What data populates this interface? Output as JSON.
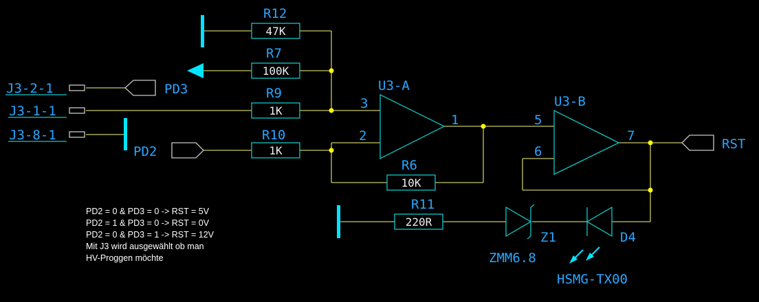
{
  "colors": {
    "background": "#000000",
    "wire": "#c8c864",
    "outline": "#10c8c8",
    "label": "#2aa6ff",
    "junction": "#ffff00",
    "power_symbol": "#00e5ff"
  },
  "resistors": [
    {
      "ref": "R12",
      "value": "47K"
    },
    {
      "ref": "R7",
      "value": "100K"
    },
    {
      "ref": "R9",
      "value": "1K"
    },
    {
      "ref": "R10",
      "value": "1K"
    },
    {
      "ref": "R6",
      "value": "10K"
    },
    {
      "ref": "R11",
      "value": "220R"
    }
  ],
  "opamps": [
    {
      "ref": "U3-A",
      "pin_plus": "3",
      "pin_minus": "2",
      "pin_out": "1"
    },
    {
      "ref": "U3-B",
      "pin_plus": "5",
      "pin_minus": "6",
      "pin_out": "7"
    }
  ],
  "connectors": {
    "j3_2": "J3-2-1",
    "j3_1": "J3-1-1",
    "j3_8": "J3-8-1"
  },
  "ports": {
    "pd3": "PD3",
    "pd2": "PD2",
    "rst": "RST"
  },
  "diodes": {
    "z1_ref": "Z1",
    "z1_value": "ZMM6.8",
    "d4_ref": "D4",
    "d4_value": "HSMG-TX00"
  },
  "notes": [
    "PD2 = 0 & PD3 = 0 -> RST = 5V",
    "PD2 = 1 & PD3 = 0 -> RST = 0V",
    "PD2 = 0 & PD3 = 1 -> RST = 12V",
    "Mit J3 wird ausgewählt ob man",
    "HV-Proggen möchte"
  ]
}
